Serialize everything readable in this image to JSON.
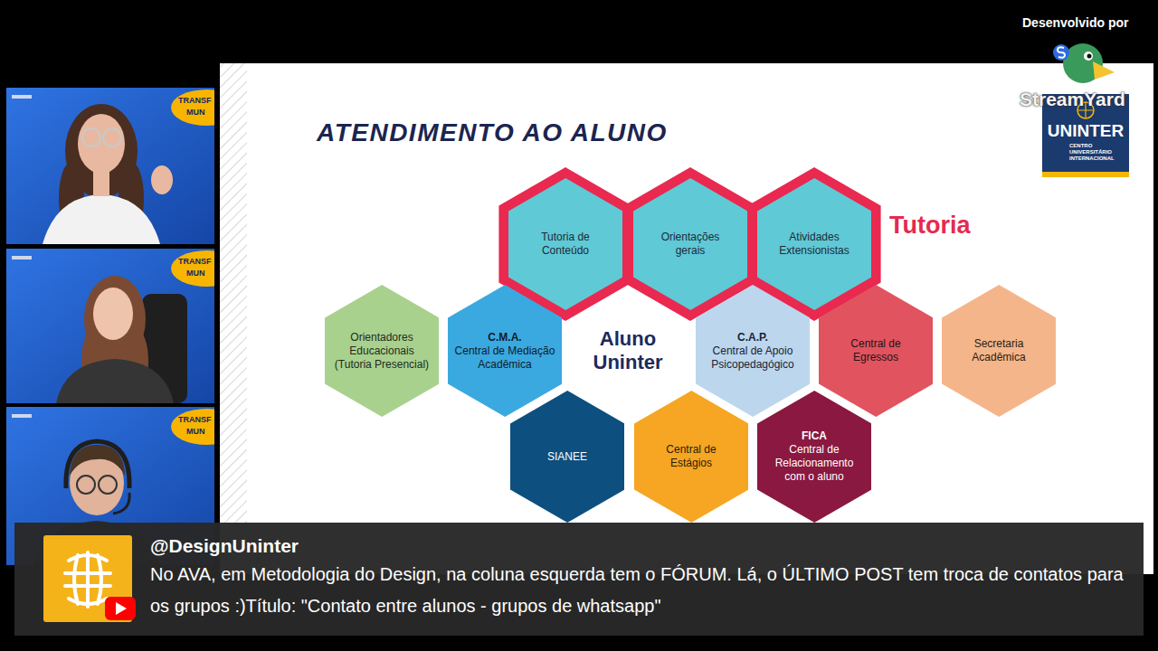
{
  "diagram": {
    "title": "ATENDIMENTO AO ALUNO",
    "nodes": [
      {
        "text": [
          "UNINTER",
          "CENTRO UNIVERSITÁRIO INTERNACIONAL"
        ]
      },
      {
        "text": [
          "Tutoria"
        ]
      },
      {
        "text": [
          "Tutoria de Conteúdo"
        ],
        "in": 1
      },
      {
        "text": [
          "Orientações gerais"
        ],
        "in": 1
      },
      {
        "text": [
          "Atividades Extensionistas"
        ],
        "in": 1
      },
      {
        "text": [
          "Orientadores Educacionais (Tutoria Presencial)"
        ]
      },
      {
        "text": [
          "C.M.A.",
          "Central de Mediação Acadêmica"
        ]
      },
      {
        "text": [
          "C.A.P.",
          "Central de Apoio Psicopedagógico"
        ]
      },
      {
        "text": [
          "Central de Egressos"
        ]
      },
      {
        "text": [
          "Secretaria Acadêmica"
        ]
      },
      {
        "text": [
          "SIANEE"
        ]
      },
      {
        "text": [
          "Central de Estágios"
        ]
      },
      {
        "text": [
          "FICA",
          "Central de Relacionamento com o aluno"
        ]
      },
      {
        "text": [
          "@DesignUninter",
          "No AVA, em Metodologia do Design, na coluna esquerda tem o FÓRUM. Lá, o ÚLTIMO POST tem troca de contatos para os grupos :)Título: \"Contato entre alunos - grupos de whatsapp\""
        ]
      }
    ],
    "labels": [
      "Desenvolvido por",
      "StreamYard",
      "Aluno Uninter",
      "TRANSF",
      "MUN",
      "TRANSF",
      "MUN",
      "TRANSF",
      "MUN"
    ]
  }
}
